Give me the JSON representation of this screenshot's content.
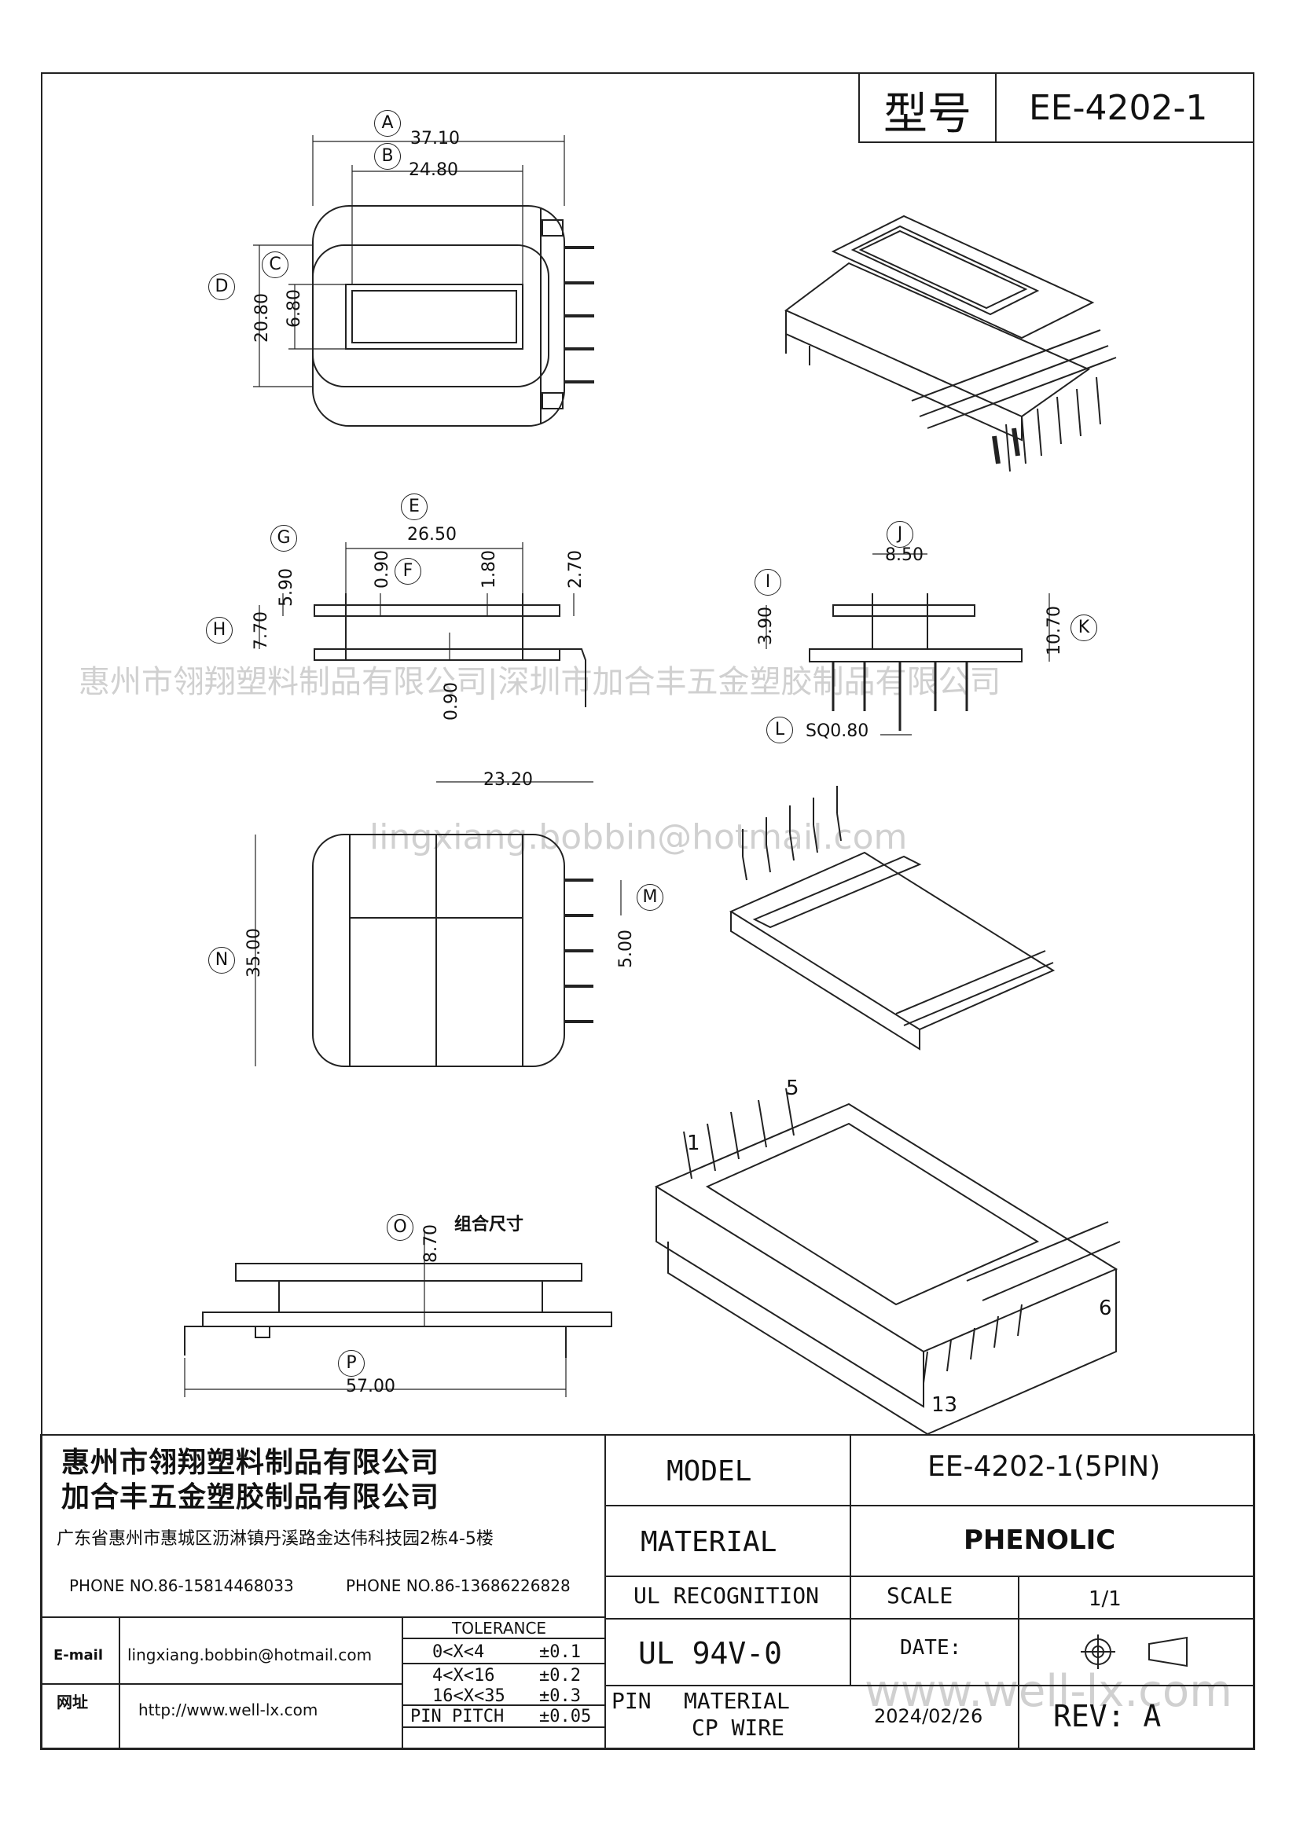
{
  "header": {
    "model_label": "型号",
    "model_value": "EE-4202-1"
  },
  "dims": {
    "A": "37.10",
    "B": "24.80",
    "C": "6.80",
    "D": "20.80",
    "E": "26.50",
    "F": "0.90",
    "F2": "1.80",
    "F3": "2.70",
    "G": "5.90",
    "H": "7.70",
    "H2": "0.90",
    "I": "3.90",
    "J": "8.50",
    "K": "10.70",
    "L": "SQ0.80",
    "top": "23.20",
    "M": "5.00",
    "N": "35.00",
    "O": "8.70",
    "P": "57.00"
  },
  "balloons": [
    "A",
    "B",
    "C",
    "D",
    "E",
    "F",
    "G",
    "H",
    "I",
    "J",
    "K",
    "L",
    "M",
    "N",
    "O",
    "P"
  ],
  "assembly_label": "组合尺寸",
  "pin_numbers": [
    "1",
    "5",
    "6",
    "13"
  ],
  "watermarks": {
    "company_line": "惠州市翎翔塑料制品有限公司|深圳市加合丰五金塑胶制品有限公司",
    "email": "lingxiang.bobbin@hotmail.com",
    "web": "www.well-lx.com"
  },
  "title_block": {
    "company1": "惠州市翎翔塑料制品有限公司",
    "company2": "加合丰五金塑胶制品有限公司",
    "address": "广东省惠州市惠城区沥淋镇丹溪路金达伟科技园2栋4-5楼",
    "phone1": "PHONE NO.86-15814468033",
    "phone2": "PHONE NO.86-13686226828",
    "email_label": "E-mail",
    "email_value": "lingxiang.bobbin@hotmail.com",
    "web_label": "网址",
    "web_value": "http://www.well-lx.com",
    "tolerance_header": "TOLERANCE",
    "tolerances": [
      {
        "range": "0<X<4",
        "value": "±0.1"
      },
      {
        "range": "4<X<16",
        "value": "±0.2"
      },
      {
        "range": "16<X<35",
        "value": "±0.3"
      },
      {
        "range": "PIN PITCH",
        "value": "±0.05"
      }
    ],
    "model_label": "MODEL",
    "model_value": "EE-4202-1(5PIN)",
    "material_label": "MATERIAL",
    "material_value": "PHENOLIC",
    "ul_label": "UL RECOGNITION",
    "ul_value": "UL 94V-0",
    "scale_label": "SCALE",
    "scale_value": "1/1",
    "date_label": "DATE:",
    "date_value": "2024/02/26",
    "pin_label": "PIN",
    "pin_material_label": "MATERIAL",
    "pin_material_value": "CP WIRE",
    "rev": "REV: A"
  }
}
